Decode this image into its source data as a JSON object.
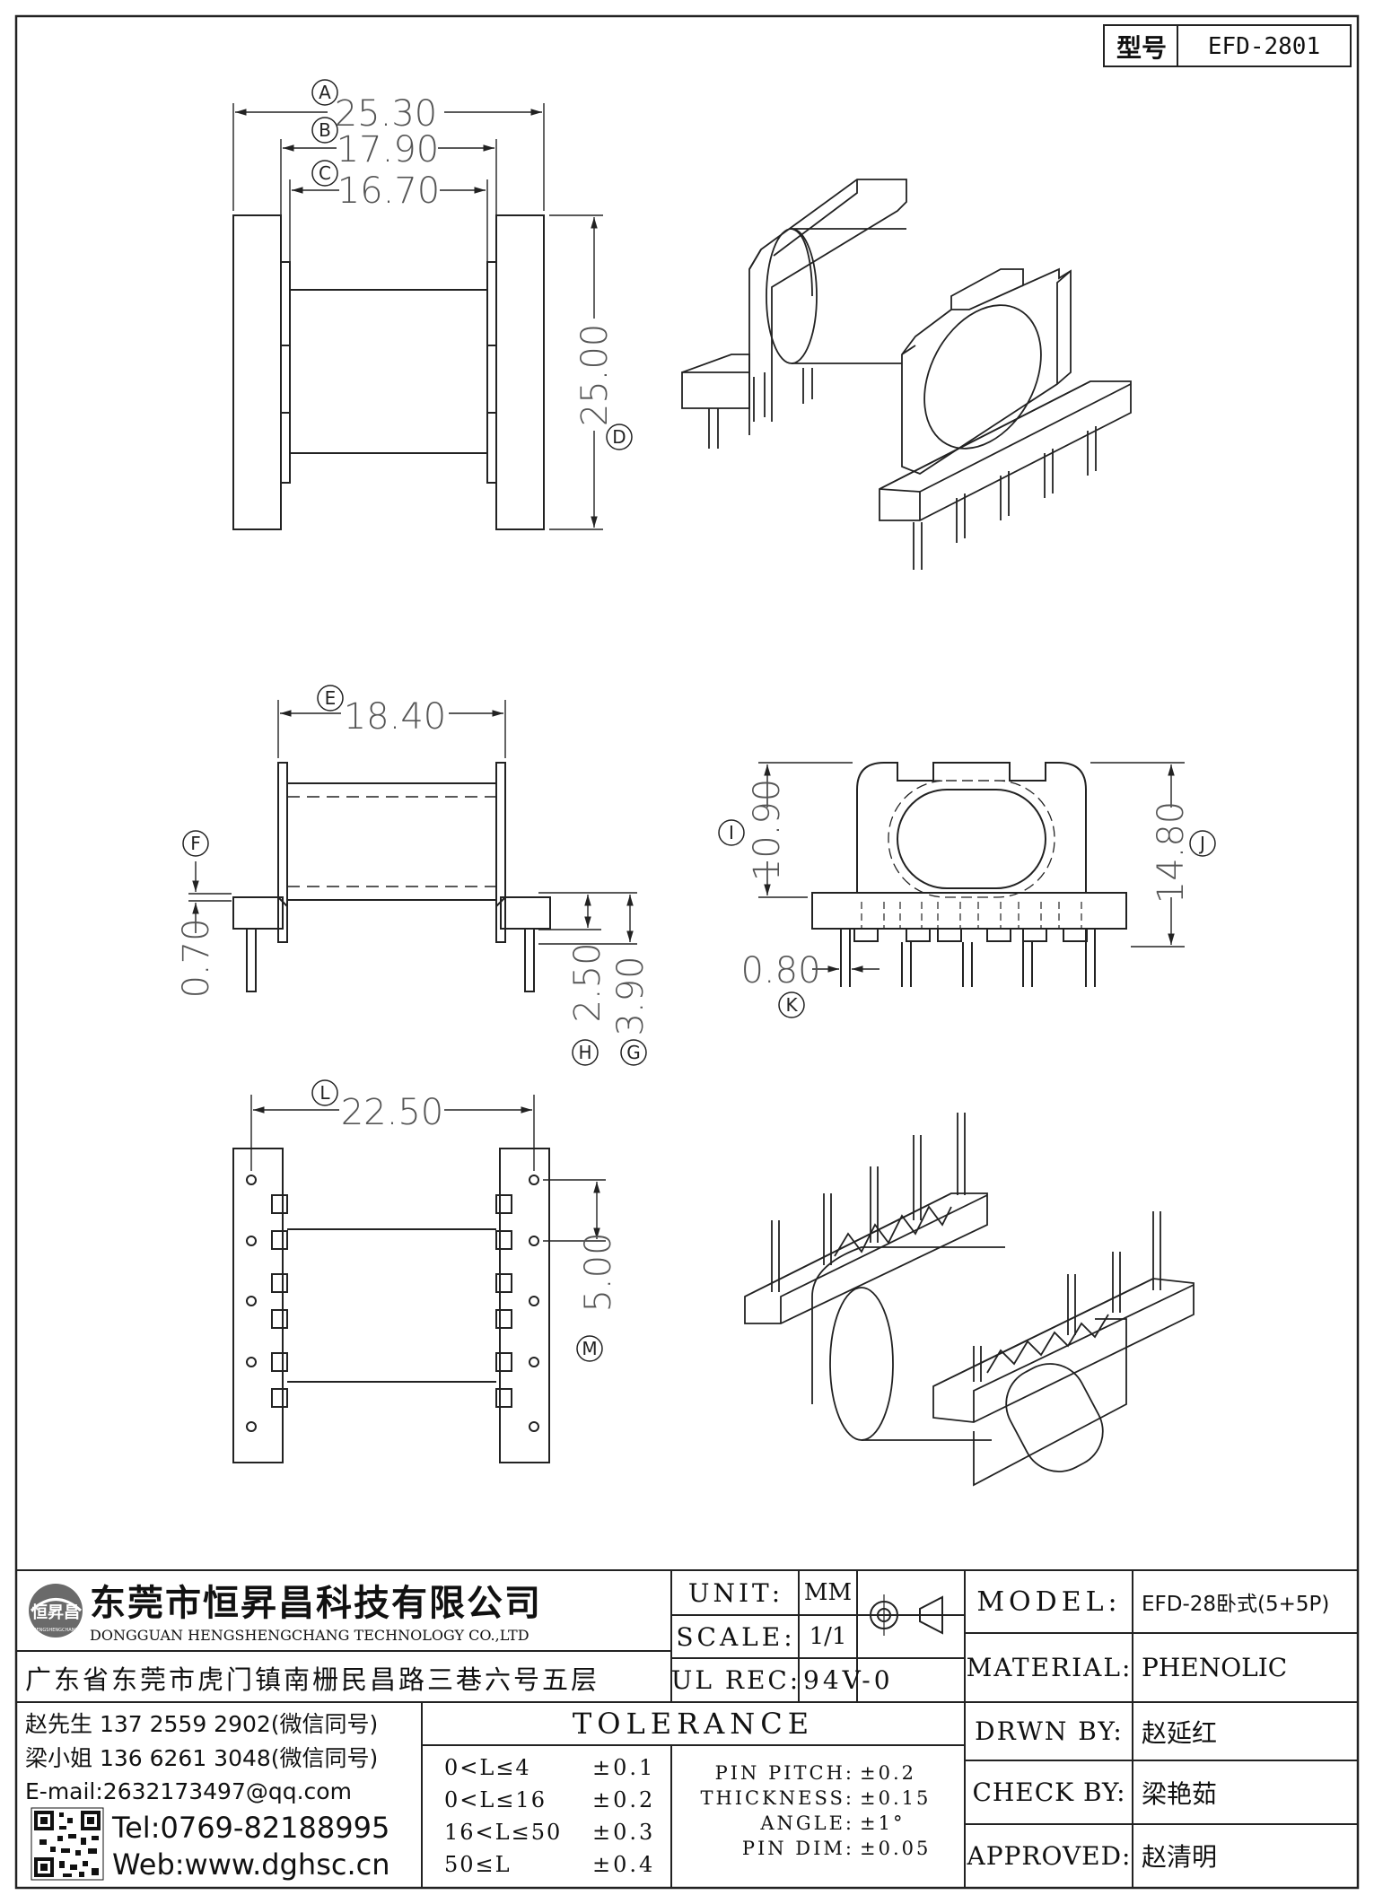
{
  "part_no": {
    "label": "型号",
    "value": "EFD-2801"
  },
  "dimensions": {
    "A": "25.30",
    "B": "17.90",
    "C": "16.70",
    "D": "25.00",
    "E": "18.40",
    "F": "0.70",
    "G": "3.90",
    "H": "2.50",
    "I": "10.90",
    "J": "14.80",
    "K": "0.80",
    "L": "22.50",
    "M": "5.00"
  },
  "callouts": [
    "A",
    "B",
    "C",
    "D",
    "E",
    "F",
    "G",
    "H",
    "I",
    "J",
    "K",
    "L",
    "M"
  ],
  "company": {
    "name_cn": "东莞市恒昇昌科技有限公司",
    "name_en": "DONGGUAN HENGSHENGCHANG TECHNOLOGY CO.,LTD",
    "logo_text": "恒昇昌",
    "logo_sub": "HENGSHENGCHANG",
    "address": "广东省东莞市虎门镇南栅民昌路三巷六号五层",
    "contacts": [
      "赵先生 137 2559 2902(微信同号)",
      "梁小姐 136 6261 3048(微信同号)",
      "E-mail:2632173497@qq.com"
    ],
    "tel": "Tel:0769-82188995",
    "web": "Web:www.dghsc.cn"
  },
  "meta": {
    "unit_label": "UNIT:",
    "unit_value": "MM",
    "scale_label": "SCALE:",
    "scale_value": "1/1",
    "ulrec_label": "UL REC:",
    "ulrec_value": "94V-0"
  },
  "tolerance": {
    "title": "TOLERANCE",
    "ranges": [
      {
        "range": "0<L≤4",
        "tol": "±0.1"
      },
      {
        "range": "0<L≤16",
        "tol": "±0.2"
      },
      {
        "range": "16<L≤50",
        "tol": "±0.3"
      },
      {
        "range": "50≤L",
        "tol": "±0.4"
      }
    ],
    "other": [
      {
        "label": "PIN PITCH:",
        "tol": "±0.2"
      },
      {
        "label": "THICKNESS:",
        "tol": "±0.15"
      },
      {
        "label": "ANGLE:",
        "tol": "±1°"
      },
      {
        "label": "PIN DIM:",
        "tol": "±0.05"
      }
    ]
  },
  "info": {
    "model_label": "MODEL:",
    "model_value": "EFD-28卧式(5+5P)",
    "material_label": "MATERIAL:",
    "material_value": "PHENOLIC",
    "drawn_label": "DRWN BY:",
    "drawn_value": "赵延红",
    "check_label": "CHECK BY:",
    "check_value": "梁艳茹",
    "approved_label": "APPROVED:",
    "approved_value": "赵清明"
  }
}
